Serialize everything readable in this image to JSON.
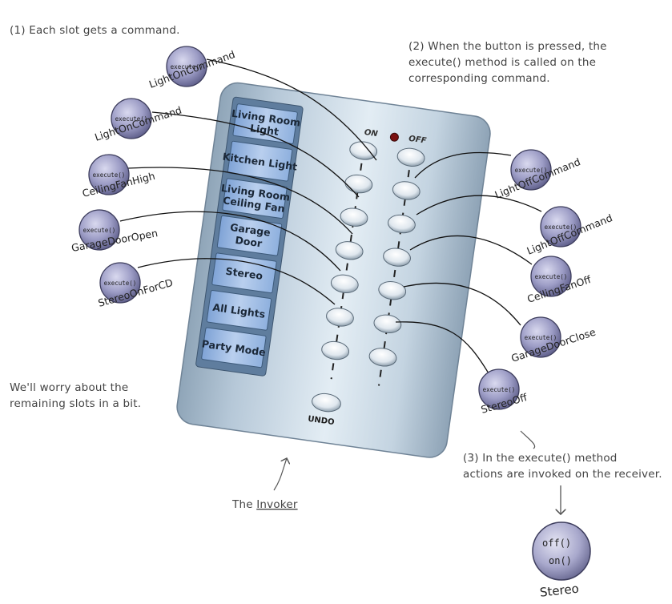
{
  "notes": {
    "note1": "(1) Each slot gets a command.",
    "note2": [
      "(2) When the button is pressed, the",
      "execute() method is called on the",
      "corresponding command."
    ],
    "note3": [
      "(3) In the execute() method",
      "actions are invoked on the receiver."
    ],
    "remaining": [
      "We'll worry about the",
      "remaining slots in a bit."
    ],
    "invoker_prefix": "The ",
    "invoker_word": "Invoker"
  },
  "remote": {
    "on_label": "ON",
    "off_label": "OFF",
    "undo_label": "UNDO",
    "slots": [
      [
        "Living Room",
        "Light"
      ],
      [
        "Kitchen Light"
      ],
      [
        "Living Room",
        "Ceiling Fan"
      ],
      [
        "Garage",
        "Door"
      ],
      [
        "Stereo"
      ],
      [
        "All Lights"
      ],
      [
        "Party Mode"
      ]
    ]
  },
  "commands_left": [
    {
      "name": "LightOnCommand",
      "method": "execute()"
    },
    {
      "name": "LightOnCommand",
      "method": "execute()"
    },
    {
      "name": "CeilingFanHigh",
      "method": "execute()"
    },
    {
      "name": "GarageDoorOpen",
      "method": "execute()"
    },
    {
      "name": "StereoOnForCD",
      "method": "execute()"
    }
  ],
  "commands_right": [
    {
      "name": "LightOffCommand",
      "method": "execute()"
    },
    {
      "name": "LightOffCommand",
      "method": "execute()"
    },
    {
      "name": "CeilingFanOff",
      "method": "execute()"
    },
    {
      "name": "GarageDoorClose",
      "method": "execute()"
    },
    {
      "name": "StereoOff",
      "method": "execute()"
    }
  ],
  "receiver": {
    "name": "Stereo",
    "methods": [
      "off()",
      "on()"
    ]
  }
}
